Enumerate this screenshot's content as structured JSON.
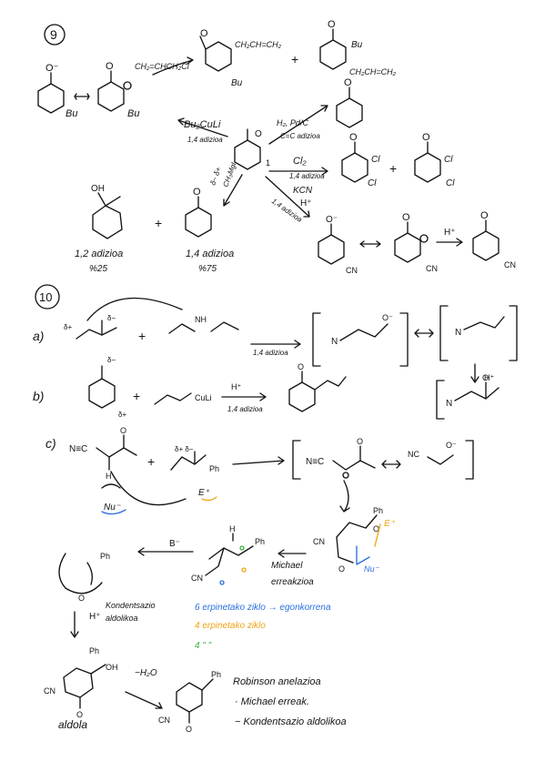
{
  "problem9": {
    "number": "9",
    "reagent_top": "CH₂=CHCH₂Cl",
    "top_product_sub1": "CH₂CH=CH₂",
    "top_product_sub2": "Bu",
    "plus1": "+",
    "top_product2_sub1": "Bu",
    "top_product2_sub2": "CH₂CH=CH₂",
    "enolate_sub": "Bu",
    "enolate2_sub": "Bu",
    "start_label1": "O",
    "start_label2": "1",
    "buli_reagent": "Bu₂CuLi",
    "buli_note": "1,4 adizioa",
    "h2_reagent": "H₂, Pd/C",
    "h2_note": "C=C adizioa",
    "cl2_reagent": "Cl₂",
    "cl2_note": "1,4 adizioa",
    "kcn_reagent": "KCN",
    "kcn_h": "H⁺",
    "kcn_note": "1,4 adizioa",
    "grignard_reagent": "CH₃MgI",
    "grignard_pre": "δ− δ+",
    "dichloro_sub1": "Cl",
    "dichloro_sub2": "Cl",
    "dichloro2_sub1": "Cl",
    "dichloro2_sub2": "Cl",
    "plus2": "+",
    "plus3": "+",
    "oh": "OH",
    "add12": "1,2 adizioa",
    "pct25": "%25",
    "add14": "1,4 adizioa",
    "pct75": "%75",
    "cn1": "CN",
    "cn2": "CN",
    "cn3": "CN",
    "hplus": "H⁺"
  },
  "problem10": {
    "number": "10",
    "a_label": "a)",
    "a_delta_minus": "δ−",
    "a_delta_plus": "δ+",
    "a_plus": "+",
    "a_nh": "NH",
    "a_arrow_note": "1,4 adizioa",
    "a_n": "N",
    "a_hplus": "H⁺",
    "b_label": "b)",
    "b_delta_minus": "δ−",
    "b_delta_plus": "δ+",
    "b_plus": "+",
    "b_reagent": "CuLi",
    "b_hplus": "H⁺",
    "b_note": "1,4 adizioa",
    "c_label": "c)",
    "c_nc": "N≡C",
    "c_h": "H",
    "c_nu": "Nu⁻",
    "c_plus": "+",
    "c_ph": "Ph",
    "c_deltas": "δ+  δ−",
    "c_eplus": "E⁺",
    "c_bracket_nc": "N≡C",
    "c_nc2": "NC",
    "c_eplus2": "E⁺",
    "c_nu2": "Nu⁻",
    "c_cn": "CN",
    "c_ph2": "Ph",
    "michael_line1": "Michael",
    "michael_line2": "erreakzioa",
    "c_ph3": "Ph",
    "c_h_label": "H",
    "c_cn2": "CN",
    "c_bminus": "B⁻",
    "cyc_ph": "Ph",
    "kond_line1": "Kondentsazio",
    "kond_line2": "aldolikoa",
    "cyc_hplus": "H⁺",
    "note_blue": "6 erpinetako ziklo → egonkorrena",
    "note_orange": "4 erpinetako ziklo",
    "note_green": "4  \"  \"",
    "aldol_ph": "Ph",
    "aldol_oh": "OH",
    "aldol_cn": "CN",
    "aldola": "aldola",
    "minus_h2o": "−H₂O",
    "final_ph": "Ph",
    "final_cn": "CN",
    "robinson": "Robinson anelazioa",
    "step1": "· Michael erreak.",
    "step2": "− Kondentsazio aldolikoa"
  },
  "colors": {
    "ink": "#141414",
    "blue": "#2a6fe0",
    "orange": "#f0a414",
    "green": "#3cb33c"
  }
}
